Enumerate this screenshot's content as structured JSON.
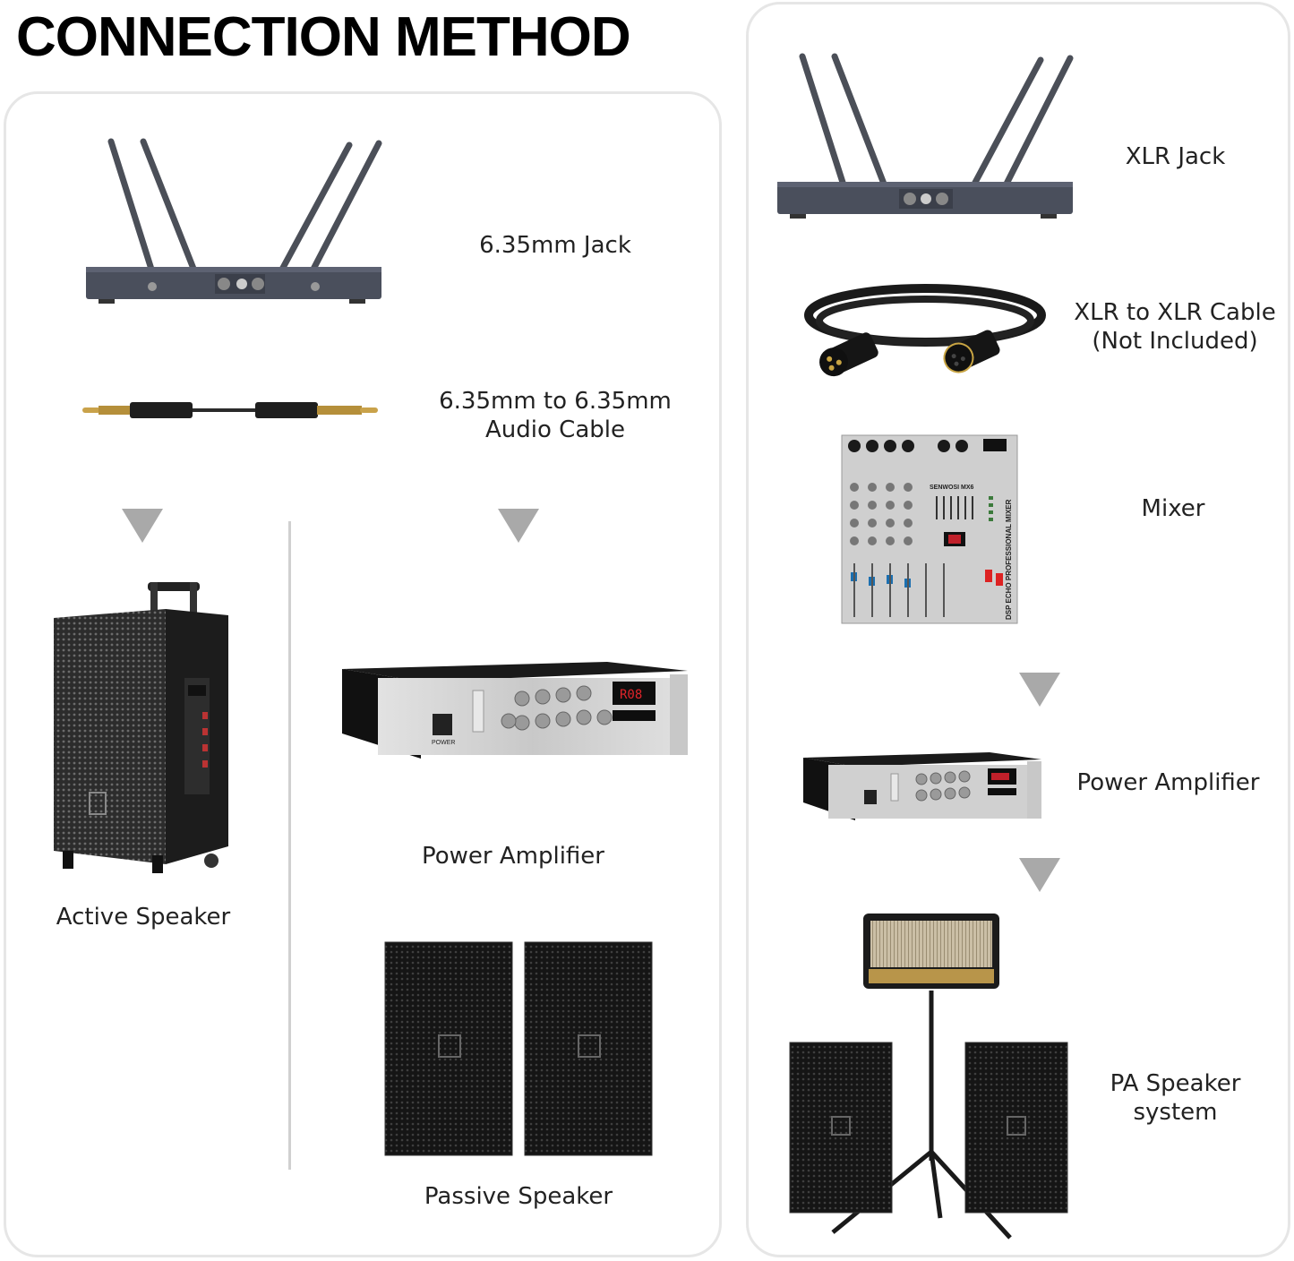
{
  "title": "CONNECTION METHOD",
  "left": {
    "jack_label": "6.35mm Jack",
    "cable_label_1": "6.35mm to 6.35mm",
    "cable_label_2": "Audio Cable",
    "active_label": "Active Speaker",
    "amp_label": "Power Amplifier",
    "passive_label": "Passive Speaker"
  },
  "right": {
    "xlr_jack_label": "XLR Jack",
    "xlr_cable_label_1": "XLR to XLR Cable",
    "xlr_cable_label_2": "(Not Included)",
    "mixer_label": "Mixer",
    "amp_label": "Power Amplifier",
    "pa_label_1": "PA Speaker",
    "pa_label_2": "system"
  },
  "device_text": {
    "mixer_brand": "SENWOSI MX6",
    "mixer_side": "DSP ECHO PROFESSIONAL MIXER",
    "amp_power": "POWER",
    "amp_display": "R08"
  },
  "colors": {
    "arrow": "#a9a9a9",
    "panel_border": "#e6e6e6",
    "receiver": "#4a4f5c",
    "antenna": "#4b4f58"
  }
}
